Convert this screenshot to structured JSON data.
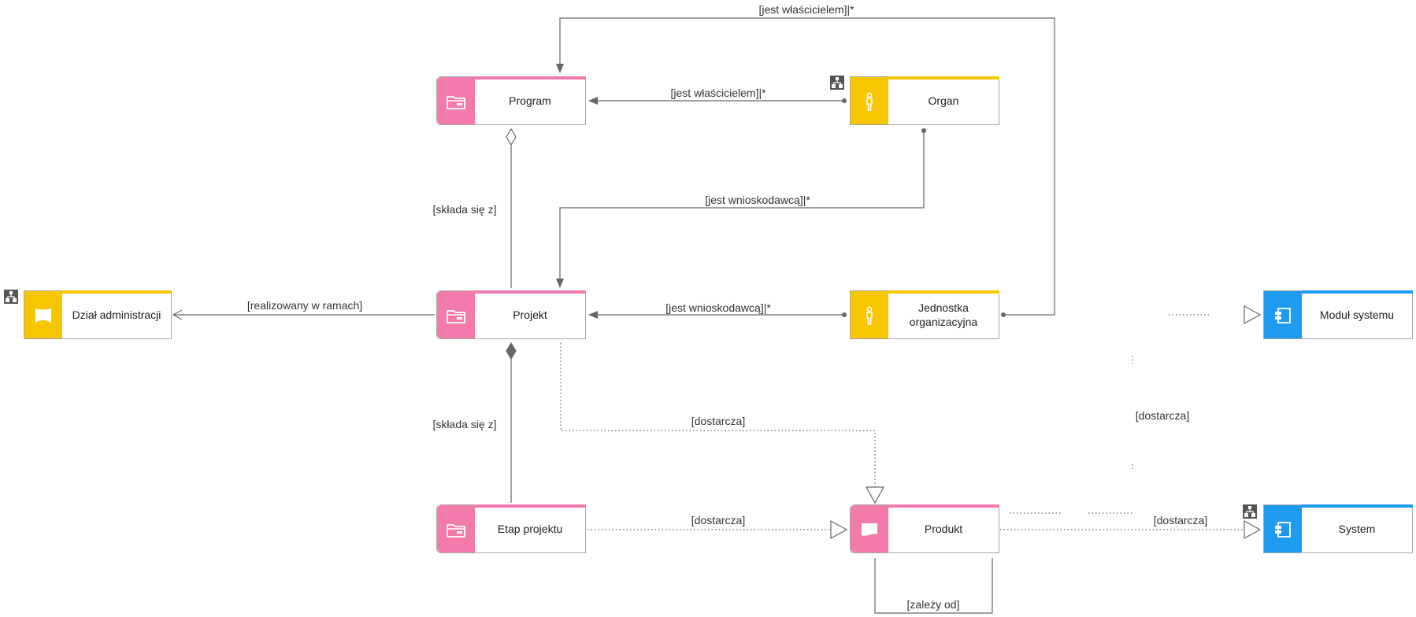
{
  "nodes": {
    "program": "Program",
    "organ": "Organ",
    "projekt": "Projekt",
    "jednostka": "Jednostka organizacyjna",
    "dzial": "Dział administracji",
    "etap": "Etap projektu",
    "produkt": "Produkt",
    "modul": "Moduł systemu",
    "system": "System"
  },
  "edges": {
    "owner_top": "[jest właścicielem]|*",
    "owner_mid": "[jest właścicielem]|*",
    "applicant_organ": "[jest wnioskodawcą]|*",
    "applicant_unit": "[jest wnioskodawcą]|*",
    "consists_program": "[składa się z]",
    "consists_project": "[składa się z]",
    "realized_within": "[realizowany w ramach]",
    "delivers_project": "[dostarcza]",
    "delivers_stage": "[dostarcza]",
    "delivers_system": "[dostarcza]",
    "delivers_module": "[dostarcza]",
    "depends_on": "[zależy od]"
  },
  "colors": {
    "project_pink": "#f37bac",
    "org_yellow": "#f6c700",
    "system_blue": "#1e9bef",
    "line": "#666666"
  },
  "icons": {
    "program": "folder-icon",
    "projekt": "folder-icon",
    "etap": "folder-icon",
    "produkt": "document-icon",
    "organ": "person-icon",
    "jednostka": "person-icon",
    "dzial": "flag-icon",
    "modul": "component-icon",
    "system": "component-icon",
    "hierarchy_badge": "hierarchy-icon"
  }
}
